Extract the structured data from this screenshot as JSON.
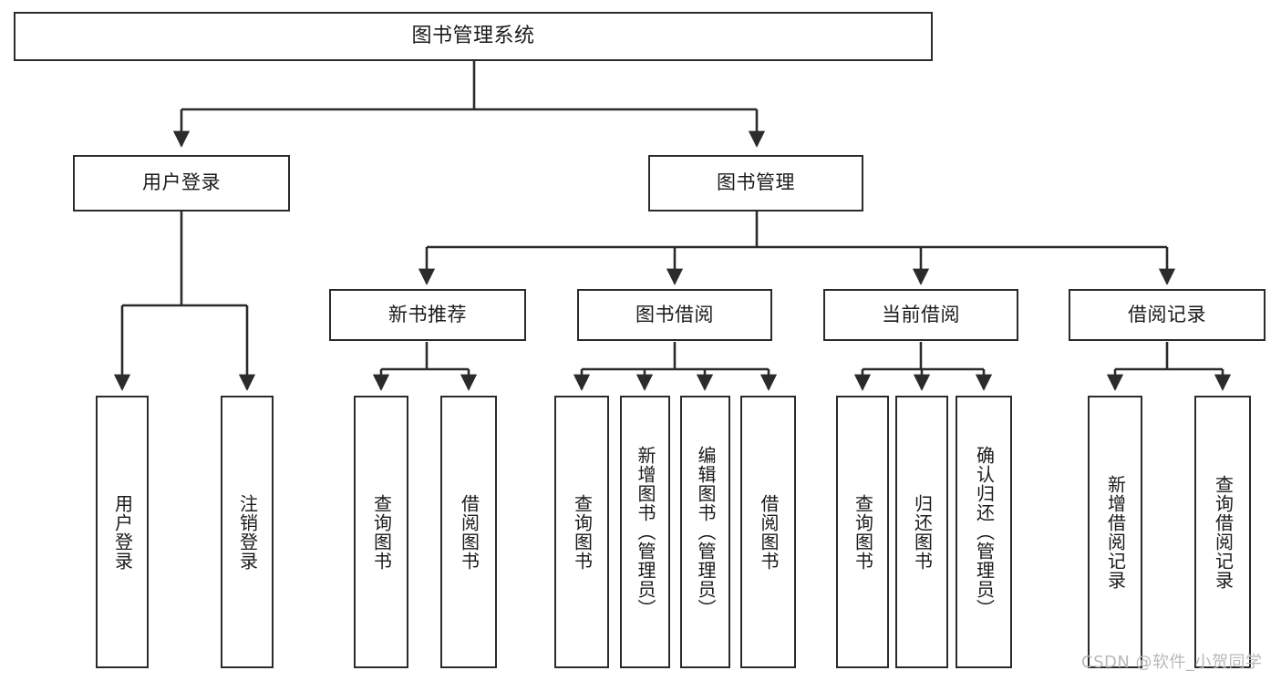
{
  "diagram": {
    "title": "图书管理系统",
    "type": "tree-hierarchy-diagram",
    "colors": {
      "box_border": "#2b2b2b",
      "box_fill": "#ffffff",
      "edge": "#2b2b2b",
      "background": "#ffffff",
      "watermark": "#b9b9b9"
    },
    "root": {
      "label": "图书管理系统"
    },
    "level2": [
      {
        "label": "用户登录"
      },
      {
        "label": "图书管理"
      }
    ],
    "level3": [
      {
        "label": "新书推荐"
      },
      {
        "label": "图书借阅"
      },
      {
        "label": "当前借阅"
      },
      {
        "label": "借阅记录"
      }
    ],
    "leaves": {
      "user_login": [
        {
          "label": "用户登录"
        },
        {
          "label": "注销登录"
        }
      ],
      "new_book_recommend": [
        {
          "label": "查询图书"
        },
        {
          "label": "借阅图书"
        }
      ],
      "book_borrow": [
        {
          "label": "查询图书"
        },
        {
          "label": "新增图书（管理员）"
        },
        {
          "label": "编辑图书（管理员）"
        },
        {
          "label": "借阅图书"
        }
      ],
      "current_borrow": [
        {
          "label": "查询图书"
        },
        {
          "label": "归还图书"
        },
        {
          "label": "确认归还（管理员）"
        }
      ],
      "borrow_record": [
        {
          "label": "新增借阅记录"
        },
        {
          "label": "查询借阅记录"
        }
      ]
    }
  },
  "watermark": {
    "text": "CSDN @软件_小贺同学"
  }
}
